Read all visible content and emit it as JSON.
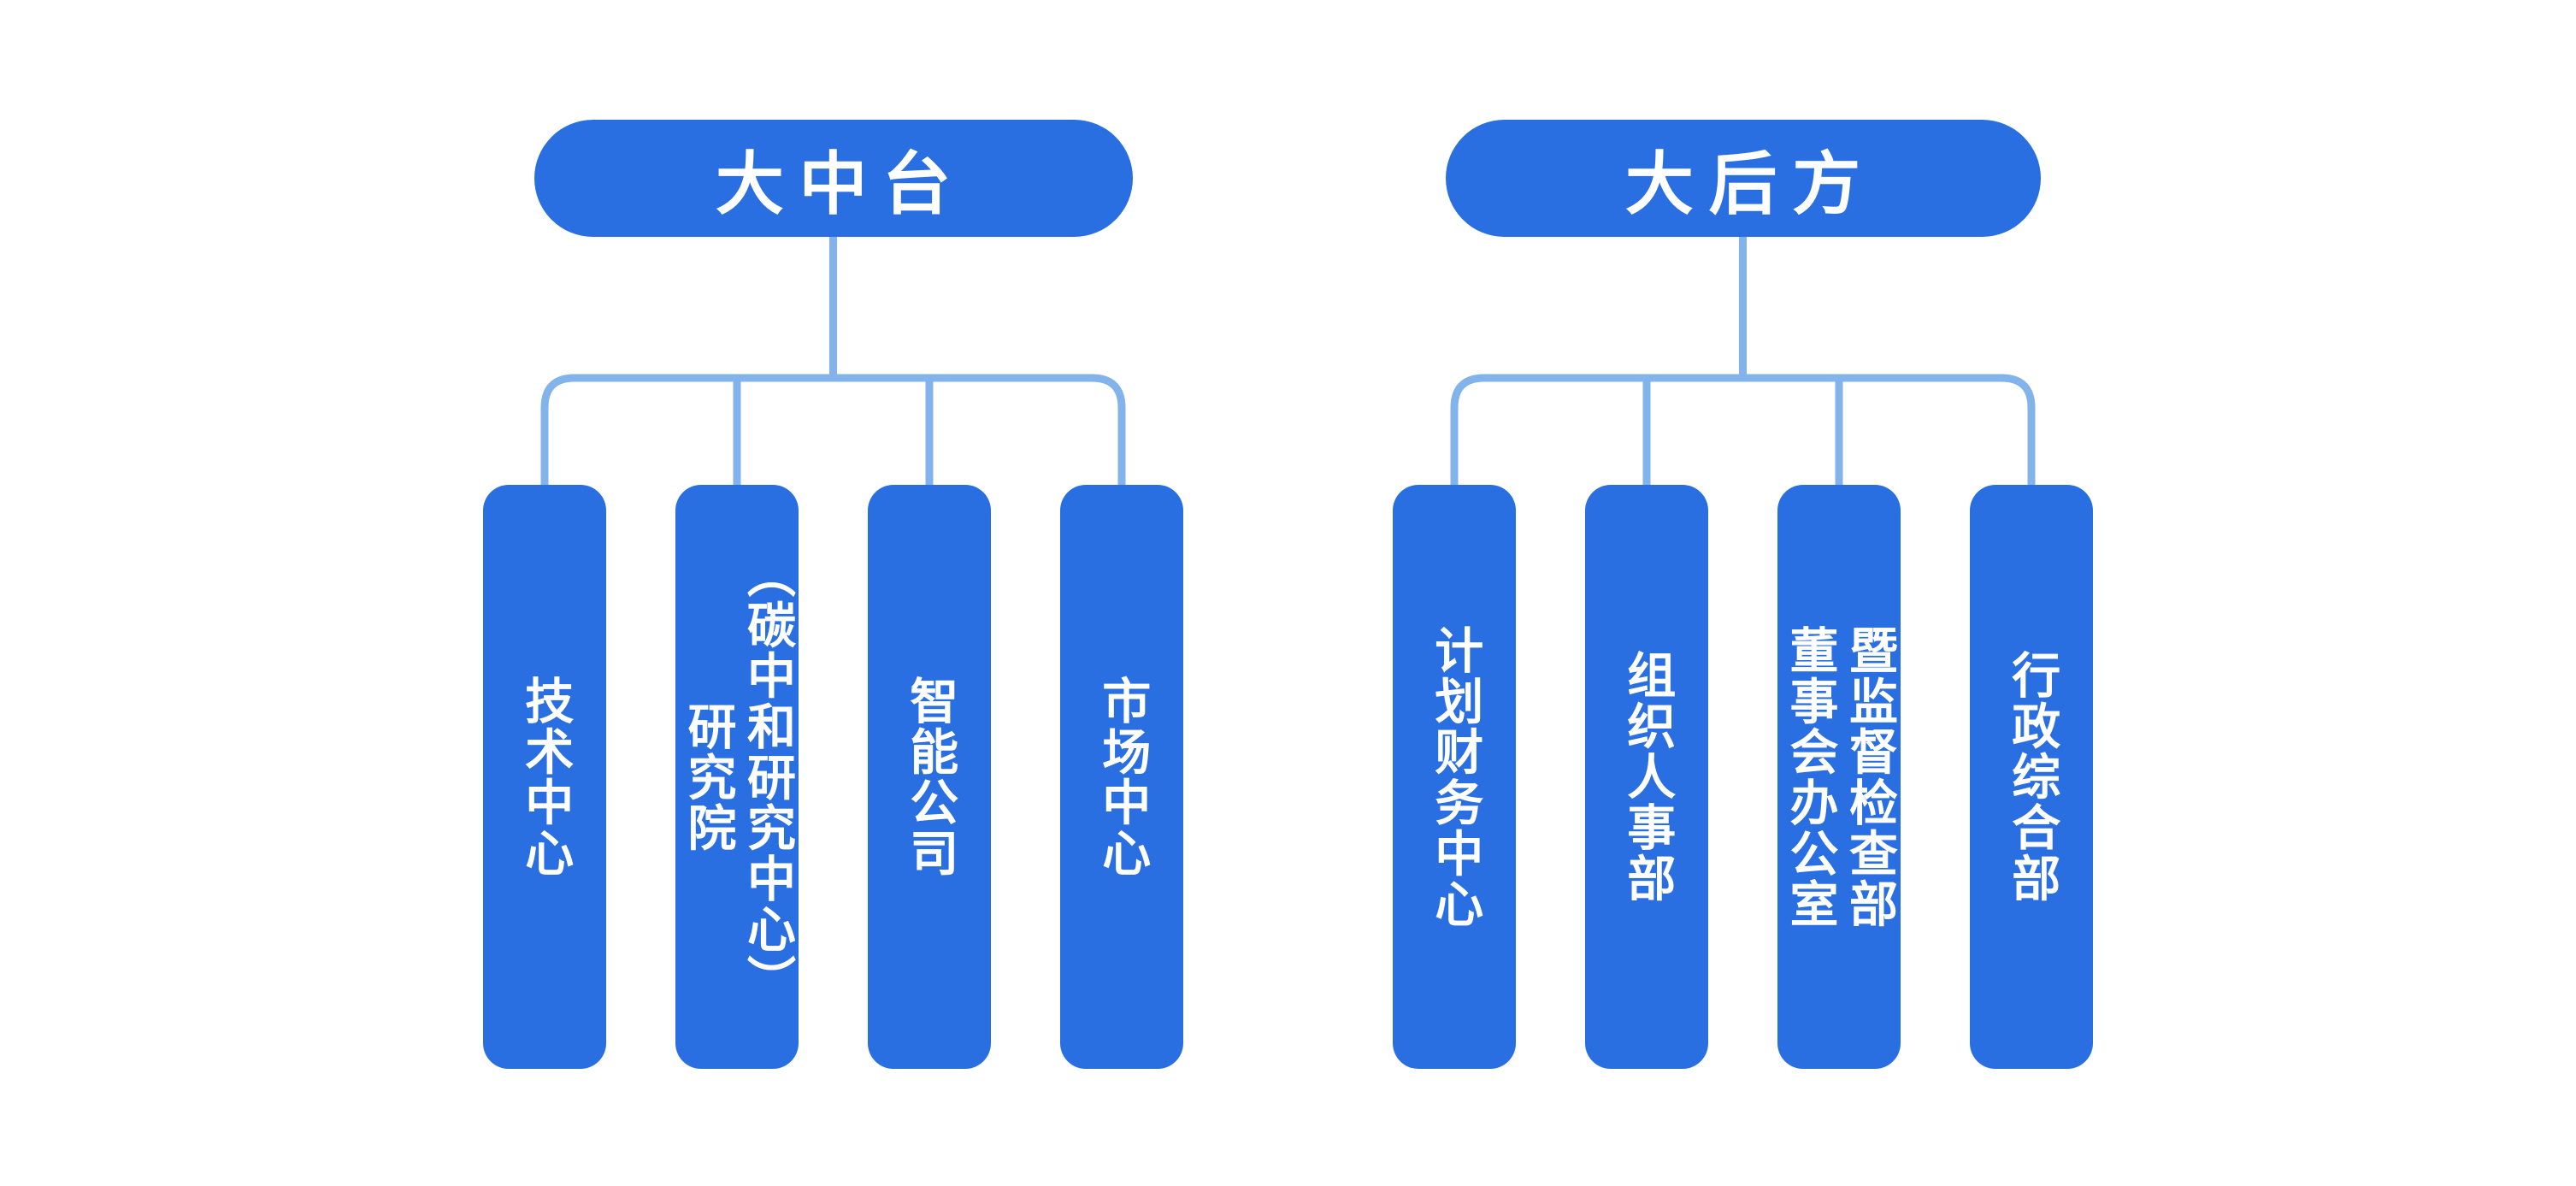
{
  "page": {
    "background": "#ffffff",
    "description": "Organizational chart with two sub-trees"
  },
  "colors": {
    "node_fill": "#2A6FE2",
    "node_text": "#ffffff",
    "connector": "#82B3EA",
    "page_bg": "#ffffff"
  },
  "tree": {
    "groups": [
      {
        "root": {
          "label": "大中台"
        },
        "children": [
          {
            "label": "技术中心"
          },
          {
            "label": "研究院\n（碳中和研究中心）"
          },
          {
            "label": "智能公司"
          },
          {
            "label": "市场中心"
          }
        ]
      },
      {
        "root": {
          "label": "大后方"
        },
        "children": [
          {
            "label": "计划财务中心"
          },
          {
            "label": "组织人事部"
          },
          {
            "label": "董事会办公室\n暨监督检查部"
          },
          {
            "label": "行政综合部"
          }
        ]
      }
    ]
  }
}
